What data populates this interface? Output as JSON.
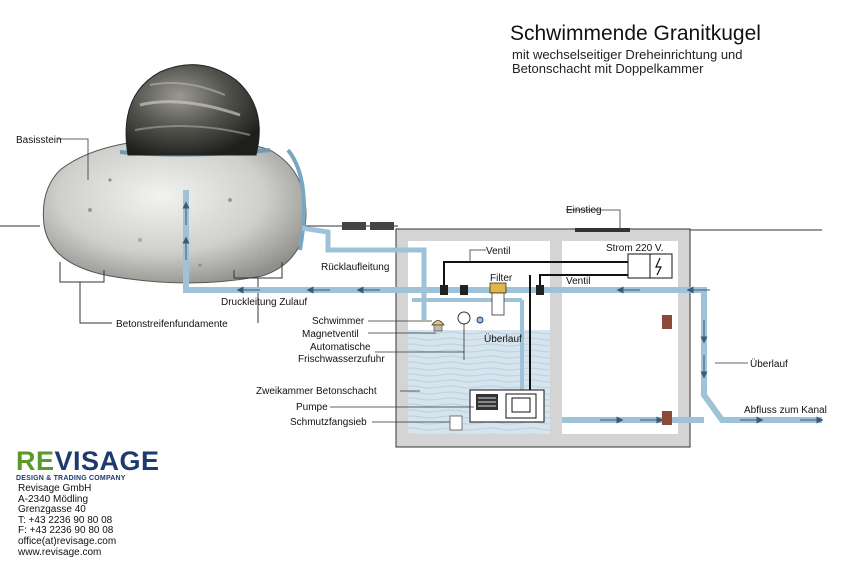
{
  "header": {
    "title": "Schwimmende Granitkugel",
    "subtitle_line1": "mit wechselseitiger Dreheinrichtung und",
    "subtitle_line2": "Betonschacht mit Doppelkammer"
  },
  "labels": {
    "basisstein": "Basisstein",
    "einstieg": "Einstieg",
    "ventil_top": "Ventil",
    "strom": "Strom 220 V.",
    "filter": "Filter",
    "ventil_right": "Ventil",
    "ruecklaufleitung": "Rücklaufleitung",
    "druckleitung": "Druckleitung Zulauf",
    "betonstreifen": "Betonstreifenfundamente",
    "schwimmer": "Schwimmer",
    "magnetventil": "Magnetventil",
    "automatische": "Automatische",
    "frischwasser": "Frischwasserzufuhr",
    "ueberlauf_inner": "Überlauf",
    "zweikammer": "Zweikammer Betonschacht",
    "pumpe": "Pumpe",
    "schmutzfang": "Schmutzfangsieb",
    "ueberlauf_outer": "Überlauf",
    "abfluss": "Abfluss zum Kanal"
  },
  "company": {
    "logo_re": "RE",
    "logo_visage": "VISAGE",
    "logo_sub": "DESIGN & TRADING COMPANY",
    "name": "Revisage GmbH",
    "city": "A-2340 Mödling",
    "street": "Grenzgasse 40",
    "phone": "T: +43 2236 90 80 08",
    "fax": "F: +43 2236 90 80 08",
    "email": "office(at)revisage.com",
    "web": "www.revisage.com"
  },
  "colors": {
    "pipe": "#9ec3d8",
    "water": "#c9dde9",
    "wall": "#d4d4d4",
    "logo_green": "#5a9a2a",
    "logo_blue": "#1f3a6e"
  }
}
